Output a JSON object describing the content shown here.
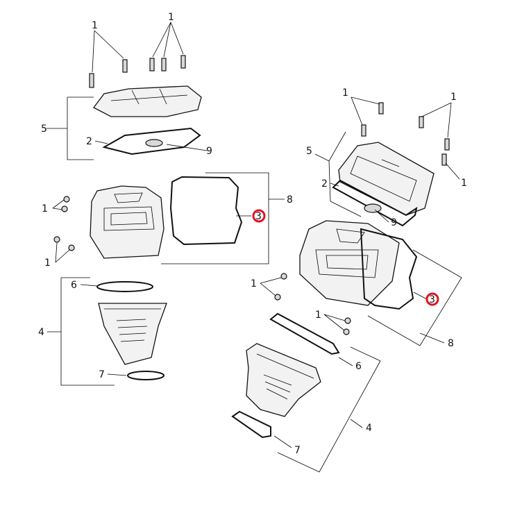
{
  "diagram": {
    "title": "Cylinder head cover exploded parts diagram",
    "highlight_color": "#e0121f",
    "callouts_left": [
      "1",
      "1",
      "5",
      "2",
      "9",
      "8",
      "3",
      "1",
      "1",
      "6",
      "4",
      "7"
    ],
    "callouts_right": [
      "1",
      "1",
      "5",
      "2",
      "1",
      "9",
      "1",
      "3",
      "1",
      "6",
      "8",
      "4",
      "7"
    ]
  }
}
